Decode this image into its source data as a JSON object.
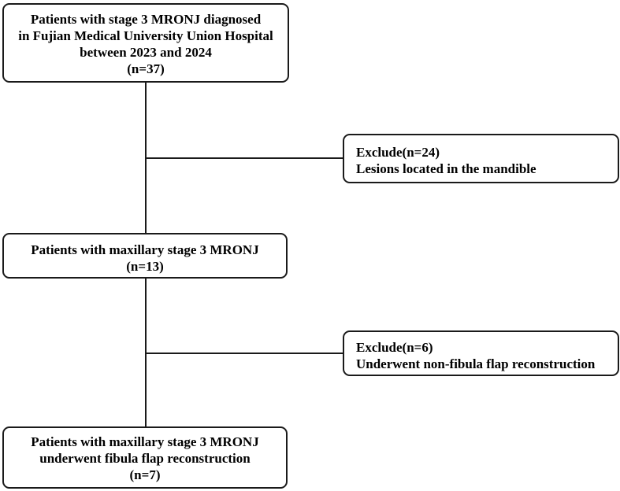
{
  "nodes": {
    "initial": {
      "lines": [
        "Patients with stage 3 MRONJ diagnosed",
        "in Fujian Medical University Union Hospital",
        "between 2023 and 2024",
        "(n=37)"
      ]
    },
    "exclude1": {
      "lines": [
        "Exclude(n=24)",
        "Lesions located in the mandible"
      ]
    },
    "maxillary": {
      "lines": [
        "Patients with maxillary stage 3 MRONJ",
        "(n=13)"
      ]
    },
    "exclude2": {
      "lines": [
        "Exclude(n=6)",
        "Underwent non-fibula flap reconstruction"
      ]
    },
    "final": {
      "lines": [
        "Patients with maxillary stage 3 MRONJ",
        "underwent fibula flap reconstruction",
        "(n=7)"
      ]
    }
  },
  "edges": [
    {
      "from": "initial",
      "to": "maxillary"
    },
    {
      "from": "initial",
      "to": "exclude1"
    },
    {
      "from": "maxillary",
      "to": "final"
    },
    {
      "from": "maxillary",
      "to": "exclude2"
    }
  ]
}
